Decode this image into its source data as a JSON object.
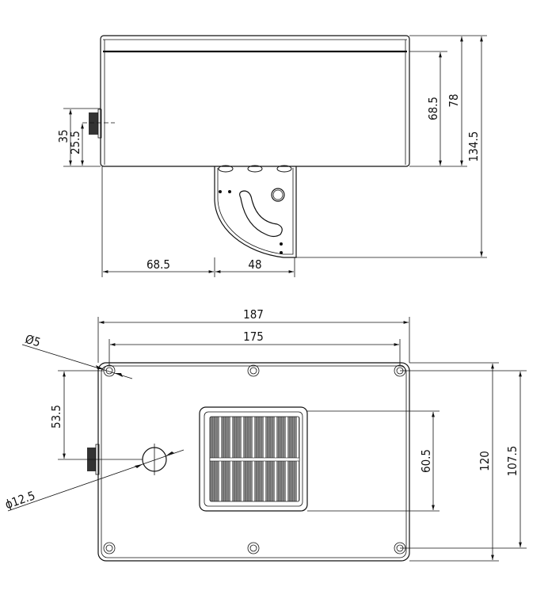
{
  "side_view": {
    "dims": {
      "height_body": "68.5",
      "height_total_body": "78",
      "height_overall": "134.5",
      "connector_upper": "35",
      "connector_lower": "25.5",
      "bracket_offset": "68.5",
      "bracket_width": "48"
    }
  },
  "bottom_view": {
    "dims": {
      "width_overall": "187",
      "hole_spacing_x": "175",
      "mount_hole_dia": "Ø5",
      "connector_offset": "53.5",
      "cable_hole_dia": "ϕ12.5",
      "panel_height": "60.5",
      "height_overall": "120",
      "hole_spacing_y": "107.5"
    }
  }
}
